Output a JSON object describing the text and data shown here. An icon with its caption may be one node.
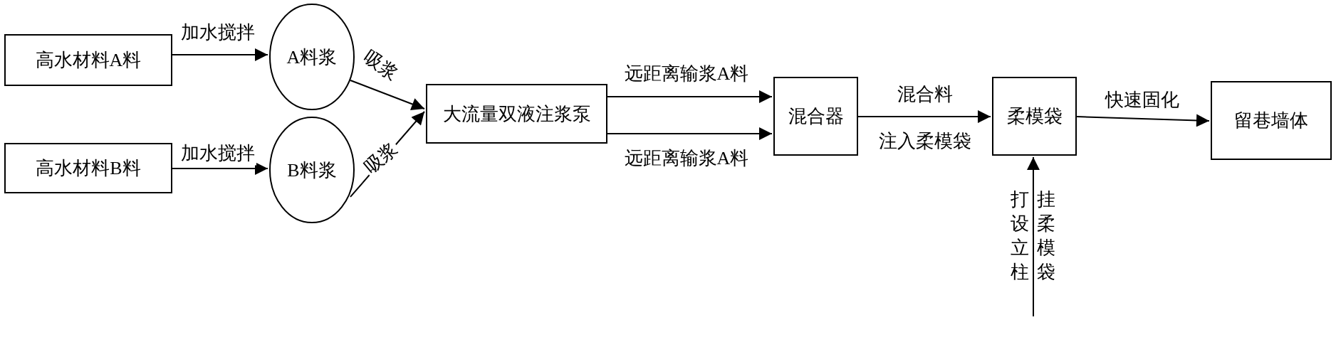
{
  "diagram": {
    "nodes": [
      {
        "text": [
          "高水材料A料"
        ]
      },
      {
        "text": [
          "A料浆"
        ]
      },
      {
        "text": [
          "高水材料B料"
        ]
      },
      {
        "text": [
          "B料浆"
        ]
      },
      {
        "text": [
          "大流量双液注浆泵"
        ]
      },
      {
        "text": [
          "混合器"
        ]
      },
      {
        "text": [
          "柔模袋"
        ]
      },
      {
        "text": [
          "留巷墙体"
        ]
      }
    ],
    "edges": [
      {
        "from": 0,
        "to": 1,
        "arrow": "to",
        "label": "加水搅拌"
      },
      {
        "from": 2,
        "to": 3,
        "arrow": "to",
        "label": "加水搅拌"
      },
      {
        "from": 1,
        "to": 4,
        "arrow": "to",
        "label": "吸浆"
      },
      {
        "from": 3,
        "to": 4,
        "arrow": "to",
        "label": "吸浆"
      },
      {
        "from": 4,
        "to": 5,
        "arrow": "to",
        "label": "远距离输浆A料"
      },
      {
        "from": 4,
        "to": 5,
        "arrow": "to",
        "label": "远距离输浆A料"
      },
      {
        "from": 5,
        "to": 6,
        "arrow": "to",
        "label": "混合料"
      },
      {
        "from": 6,
        "to": 7,
        "arrow": "to",
        "label": "快速固化"
      },
      {
        "from": null,
        "to": 6,
        "arrow": "to"
      }
    ],
    "labels": [
      "注入柔模袋",
      "打设立柱",
      "挂柔模袋"
    ]
  }
}
